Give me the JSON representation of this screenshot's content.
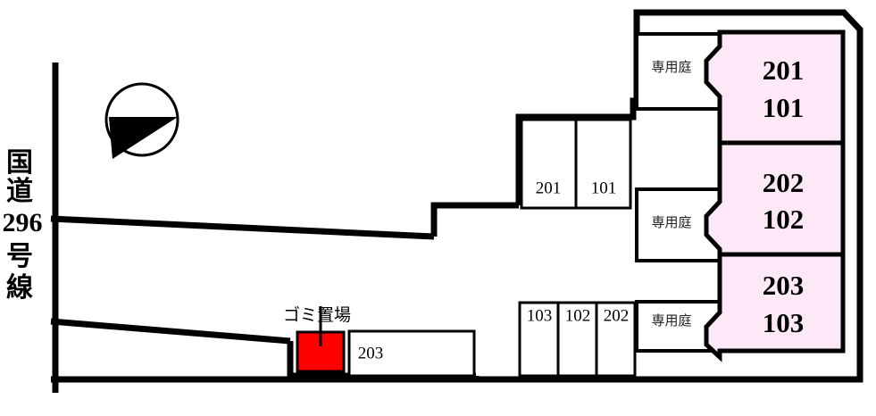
{
  "plan": {
    "title": "Apartment site layout plan",
    "colors": {
      "building_fill": "#fce8f7",
      "outline": "#000000",
      "trash_fill": "#ff0000",
      "background": "#ffffff"
    },
    "road": {
      "label_chars": [
        "国",
        "道",
        "296",
        "号",
        "線"
      ],
      "label_full": "国道296号線"
    },
    "compass": {
      "icon": "north-arrow-icon"
    },
    "building_units": [
      {
        "id": "unit-201-101",
        "line1": "201",
        "line2": "101"
      },
      {
        "id": "unit-202-102",
        "line1": "202",
        "line2": "102"
      },
      {
        "id": "unit-203-103",
        "line1": "203",
        "line2": "103"
      }
    ],
    "private_gardens": [
      {
        "id": "garden-top",
        "label": "専用庭"
      },
      {
        "id": "garden-middle",
        "label": "専用庭"
      },
      {
        "id": "garden-bottom",
        "label": "専用庭"
      }
    ],
    "parking_upper": [
      {
        "id": "stall-201",
        "label": "201"
      },
      {
        "id": "stall-101",
        "label": "101"
      }
    ],
    "parking_lower": [
      {
        "id": "stall-103",
        "label": "103"
      },
      {
        "id": "stall-102",
        "label": "102"
      },
      {
        "id": "stall-202",
        "label": "202"
      }
    ],
    "parking_south": [
      {
        "id": "stall-203",
        "label": "203"
      }
    ],
    "trash_area": {
      "label": "ゴミ置場"
    }
  }
}
